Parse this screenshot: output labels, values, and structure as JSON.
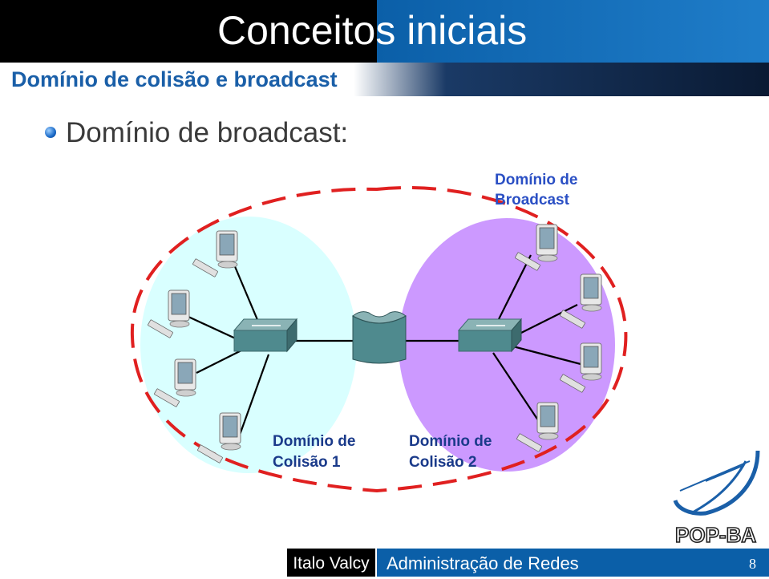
{
  "header": {
    "title": "Conceitos iniciais",
    "subtitle": "Domínio de colisão e broadcast"
  },
  "content": {
    "bullet": "Domínio de broadcast:"
  },
  "diagram": {
    "broadcast_label_line1": "Domínio de",
    "broadcast_label_line2": "Broadcast",
    "collision1_line1": "Domínio de",
    "collision1_line2": "Colisão 1",
    "collision2_line1": "Domínio de",
    "collision2_line2": "Colisão 2",
    "colors": {
      "collision1_fill": "#d9ffff",
      "collision2_fill": "#cc99ff",
      "broadcast_border": "#e02020",
      "device": "#4f8a8e"
    }
  },
  "logo": {
    "text": "POP-BA"
  },
  "footer": {
    "author": "Italo Valcy",
    "course": "Administração de Redes",
    "page": "8"
  }
}
